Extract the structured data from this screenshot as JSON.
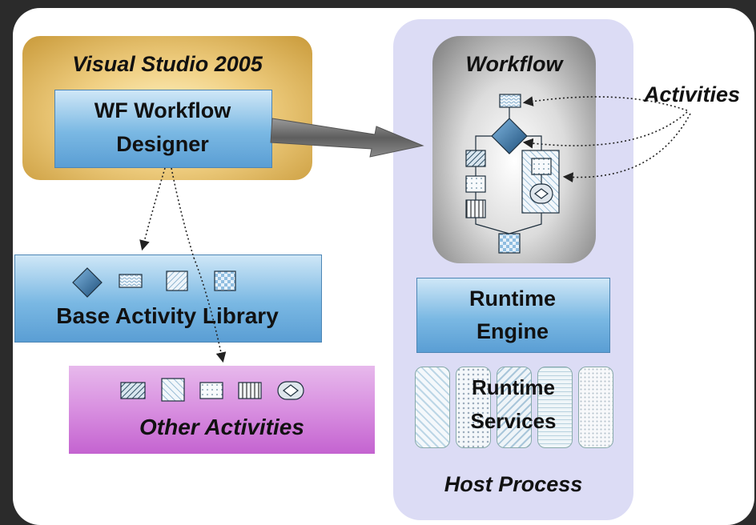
{
  "labels": {
    "visual_studio": "Visual Studio 2005",
    "wf_designer_line1": "WF Workflow",
    "wf_designer_line2": "Designer",
    "workflow": "Workflow",
    "activities": "Activities",
    "runtime_engine_line1": "Runtime",
    "runtime_engine_line2": "Engine",
    "runtime_services_line1": "Runtime",
    "runtime_services_line2": "Services",
    "host_process": "Host Process",
    "base_activity_library": "Base Activity Library",
    "other_activities": "Other Activities"
  },
  "colors": {
    "vs_gold": "#e8be66",
    "blue_box": "#7ab8e3",
    "host_lavender": "#dcdcf5",
    "other_purple": "#d88fe0",
    "arrow_gray": "#666666"
  }
}
